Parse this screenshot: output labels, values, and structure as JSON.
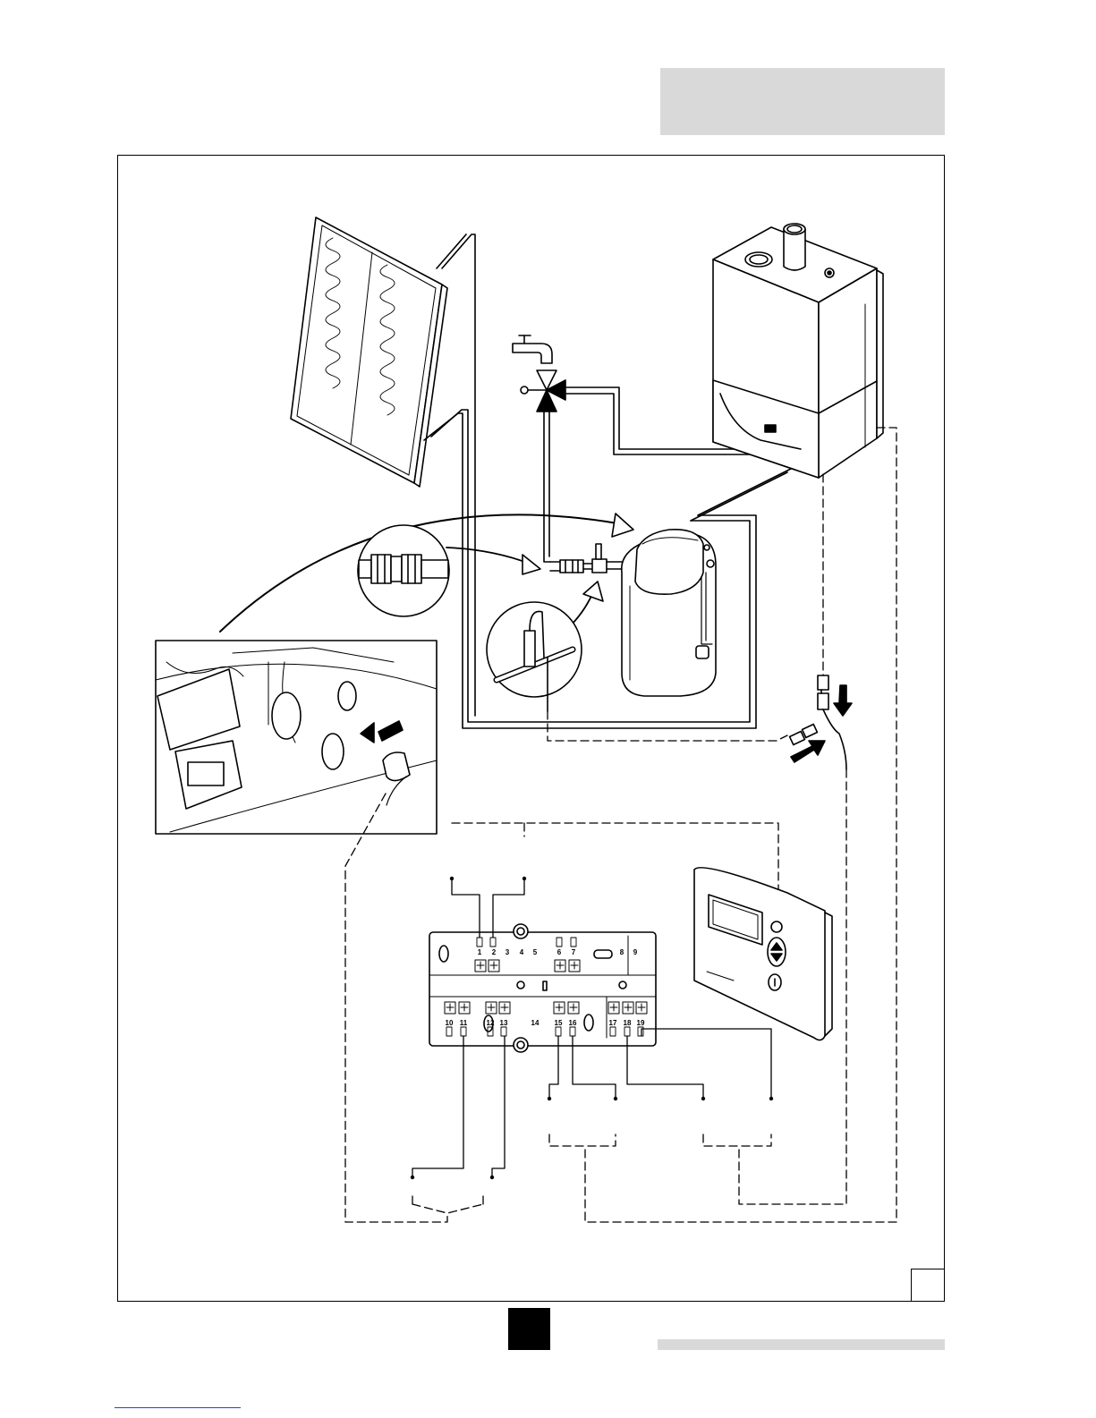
{
  "terminal_block": {
    "upper_terminals": [
      "1",
      "2",
      "3",
      "4",
      "5",
      "6",
      "7",
      "8",
      "9"
    ],
    "lower_terminals": [
      "10",
      "11",
      "12",
      "13",
      "14",
      "15",
      "16",
      "17",
      "18",
      "19"
    ]
  },
  "colors": {
    "line": "#000000",
    "header_tab": "#d9d9d9",
    "footer_bar": "#d9d9d9",
    "page_block": "#000000",
    "footer_link": "#2a3fd6"
  },
  "icons": [
    "solar-panel-icon",
    "boiler-icon",
    "tap-icon",
    "three-way-valve-icon",
    "hot-water-cylinder-icon",
    "pipe-coupling-icon",
    "sensor-probe-icon",
    "thermostat-icon",
    "terminal-block-icon",
    "connector-icon"
  ]
}
